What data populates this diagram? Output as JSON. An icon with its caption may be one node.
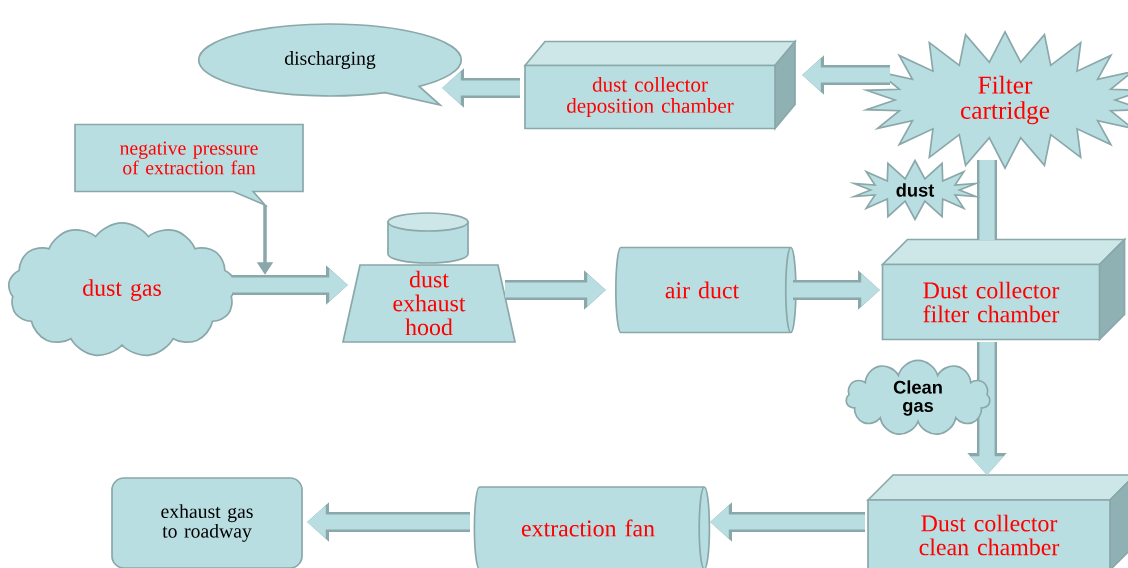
{
  "diagram": {
    "nodes": [
      {
        "text": [
          "discharging"
        ]
      },
      {
        "text": [
          "dust collector deposition chamber"
        ]
      },
      {
        "text": [
          "Filter cartridge"
        ]
      },
      {
        "text": [
          "negative pressure of extraction fan"
        ]
      },
      {
        "text": [
          "dust gas"
        ]
      },
      {
        "text": [
          "dust exhaust hood"
        ]
      },
      {
        "text": [
          "air duct"
        ]
      },
      {
        "text": [
          "Dust collector filter chamber"
        ]
      },
      {
        "text": [
          "exhaust gas to roadway"
        ]
      },
      {
        "text": [
          "extraction fan"
        ]
      },
      {
        "text": [
          "Dust collector clean chamber"
        ]
      }
    ],
    "edges": [
      {
        "from": 4,
        "to": 5,
        "arrow": "to"
      },
      {
        "from": 3,
        "to": null,
        "arrow": "to"
      },
      {
        "from": 5,
        "to": 6,
        "arrow": "to"
      },
      {
        "from": 6,
        "to": 7,
        "arrow": "to"
      },
      {
        "from": 7,
        "to": 2,
        "arrow": "none",
        "label": "dust"
      },
      {
        "from": 2,
        "to": 1,
        "arrow": "to"
      },
      {
        "from": 1,
        "to": 0,
        "arrow": "to"
      },
      {
        "from": 7,
        "to": 10,
        "arrow": "to",
        "label": "Clean gas"
      },
      {
        "from": 10,
        "to": 9,
        "arrow": "to"
      },
      {
        "from": 9,
        "to": 8,
        "arrow": "to"
      }
    ]
  }
}
